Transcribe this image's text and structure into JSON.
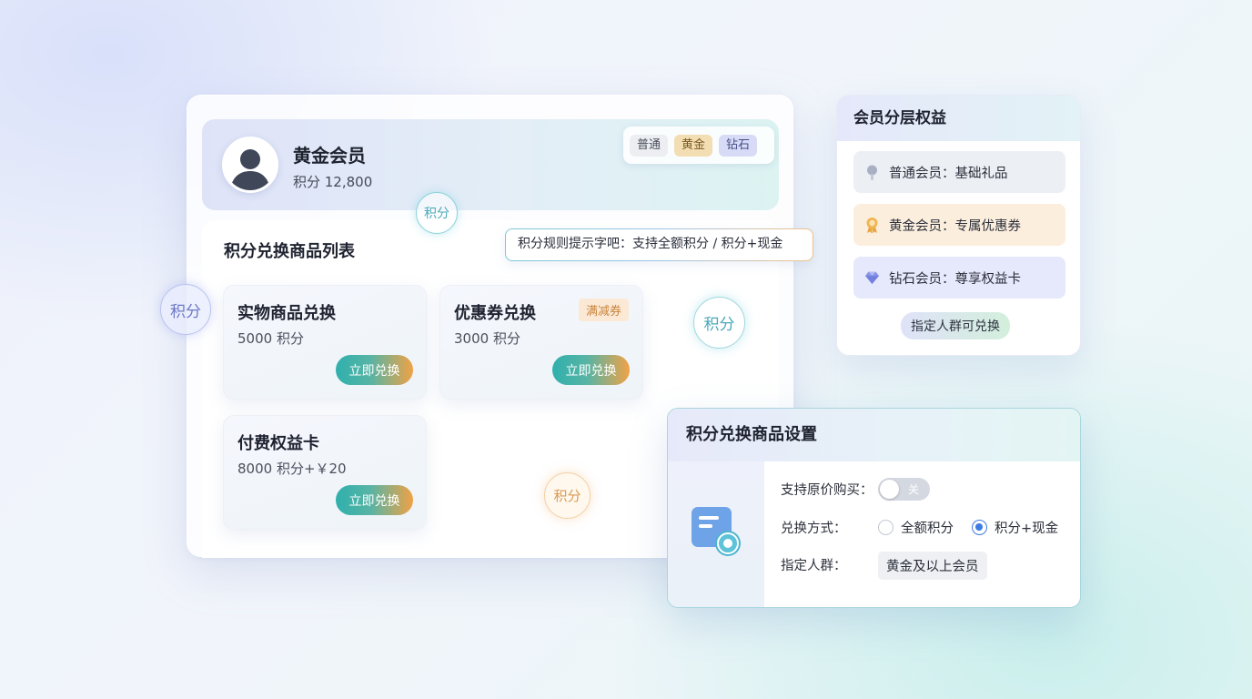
{
  "member": {
    "name": "黄金会员",
    "points": "积分 12,800",
    "tier_tabs": [
      "普通",
      "黄金",
      "钻石"
    ]
  },
  "product_list": {
    "title": "积分兑换商品列表",
    "rule_hint": "积分规则提示字吧：支持全额积分 / 积分+现金",
    "items": [
      {
        "name": "实物商品兑换",
        "cost": "5000 积分",
        "button": "立即兑换"
      },
      {
        "name": "优惠券兑换",
        "cost": "3000 积分",
        "tag": "满减券",
        "button": "立即兑换"
      },
      {
        "name": "付费权益卡",
        "cost": "8000 积分+￥20",
        "button": "立即兑换"
      }
    ]
  },
  "bubbles": [
    "积分",
    "积分",
    "积分",
    "积分"
  ],
  "tier_benefits": {
    "title": "会员分层权益",
    "rows": [
      {
        "label": "普通会员：基础礼品",
        "icon": "pin-icon",
        "color": "#a9b0c4"
      },
      {
        "label": "黄金会员：专属优惠券",
        "icon": "medal-icon",
        "color": "#e7a843"
      },
      {
        "label": "钻石会员：尊享权益卡",
        "icon": "diamond-icon",
        "color": "#8a94e8"
      }
    ],
    "audience_chip": "指定人群可兑换"
  },
  "settings": {
    "title": "积分兑换商品设置",
    "original_price_label": "支持原价购买：",
    "original_price_toggle": "关",
    "method_label": "兑换方式：",
    "method_options": [
      "全额积分",
      "积分+现金"
    ],
    "method_selected": "积分+现金",
    "audience_label": "指定人群：",
    "audience_value": "黄金及以上会员"
  },
  "colors": {
    "accent_teal": "#2fb0ad",
    "accent_orange": "#f0a246",
    "radio_blue": "#3d7be5"
  }
}
